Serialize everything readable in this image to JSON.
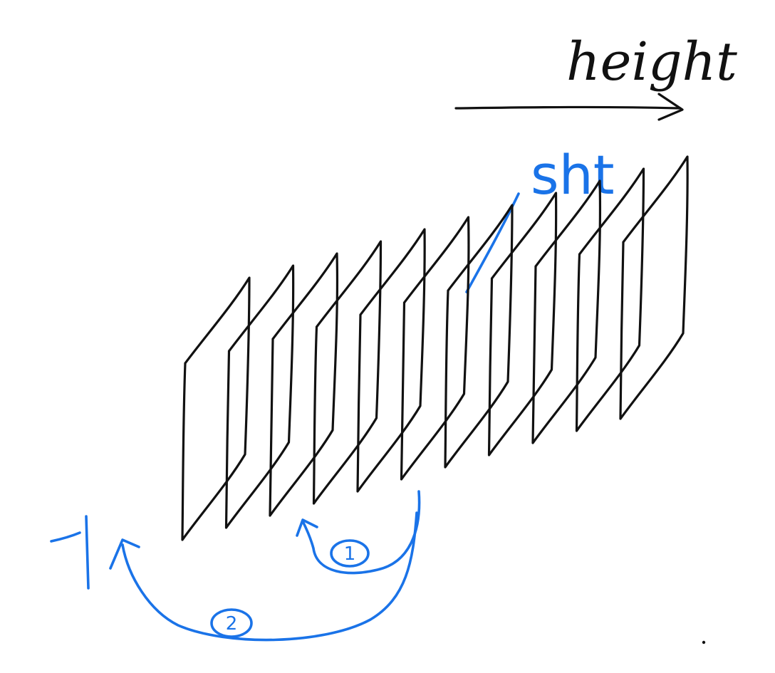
{
  "diagram": {
    "height_label": "height",
    "sht_label": "sht",
    "minus_one_label": "-1",
    "step1_label": "1",
    "step2_label": "2",
    "sheet_count": 11,
    "colors": {
      "ink": "#111111",
      "annotation": "#1a73e8"
    }
  }
}
